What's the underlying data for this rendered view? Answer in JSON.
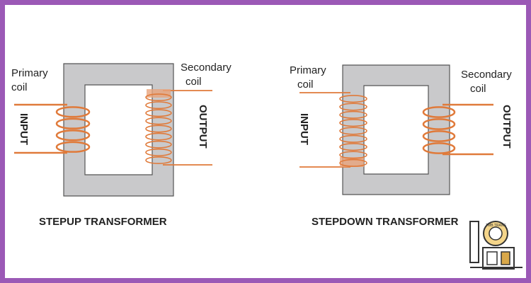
{
  "colors": {
    "border": "#9b59b6",
    "core_fill": "#c9c9cb",
    "core_stroke": "#555555",
    "coil": "#e07a3a",
    "coil_highlight": "#e8a47c",
    "text": "#222222"
  },
  "stepup": {
    "title": "STEPUP TRANSFORMER",
    "primary_line1": "Primary",
    "primary_line2": "coil",
    "secondary_line1": "Secondary",
    "secondary_line2": "coil",
    "input": "INPUT",
    "output": "OUTPUT",
    "primary_turns": 4,
    "secondary_turns": 9
  },
  "stepdown": {
    "title": "STEPDOWN TRANSFORMER",
    "primary_line1": "Primary",
    "primary_line2": "coil",
    "secondary_line1": "Secondary",
    "secondary_line2": "coil",
    "input": "INPUT",
    "output": "OUTPUT",
    "primary_turns": 9,
    "secondary_turns": 4
  },
  "logo": {
    "icon": "tech-logo-icon",
    "text": "TMB TRANS"
  }
}
